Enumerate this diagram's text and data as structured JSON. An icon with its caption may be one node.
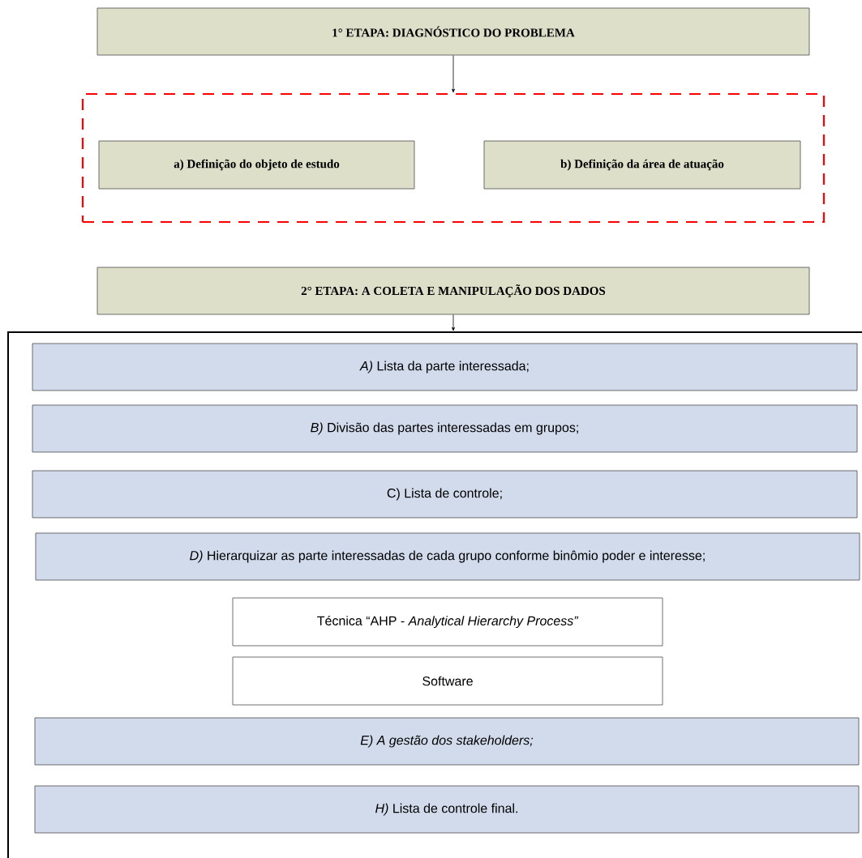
{
  "diagram": {
    "nodes": [
      {
        "text": [
          "1° ETAPA: DIAGNÓSTICO DO PROBLEMA"
        ]
      },
      {
        "text": [],
        "shape": "box"
      },
      {
        "text": [
          "a)  Definição do objeto de estudo"
        ],
        "in": 1
      },
      {
        "text": [
          "b)  Definição da área de atuação"
        ],
        "in": 1
      },
      {
        "text": [
          "2° ETAPA: A COLETA E MANIPULAÇÃO DOS DADOS"
        ]
      },
      {
        "text": [],
        "shape": "box"
      },
      {
        "text": [
          "*A)* Lista da parte interessada;"
        ],
        "in": 5
      },
      {
        "text": [
          "*B)* Divisão das partes interessadas em grupos;"
        ],
        "in": 5
      },
      {
        "text": [
          "C) Lista de controle;"
        ],
        "in": 5
      },
      {
        "text": [
          "*D)* Hierarquizar as parte interessadas de cada grupo conforme binômio poder e interesse;"
        ],
        "in": 5
      },
      {
        "text": [
          "Técnica “AHP - *Analytical Hierarchy Process”*"
        ],
        "in": 5
      },
      {
        "text": [
          "Software"
        ],
        "in": 5
      },
      {
        "text": [
          "*E) A gestão dos stakeholders;*"
        ],
        "in": 5
      },
      {
        "text": [
          "*H)* Lista de controle final."
        ],
        "in": 5
      }
    ],
    "edges": [
      {
        "from": 0,
        "to": 1,
        "arrow": "to"
      },
      {
        "from": 4,
        "to": 5,
        "arrow": "to"
      }
    ]
  }
}
